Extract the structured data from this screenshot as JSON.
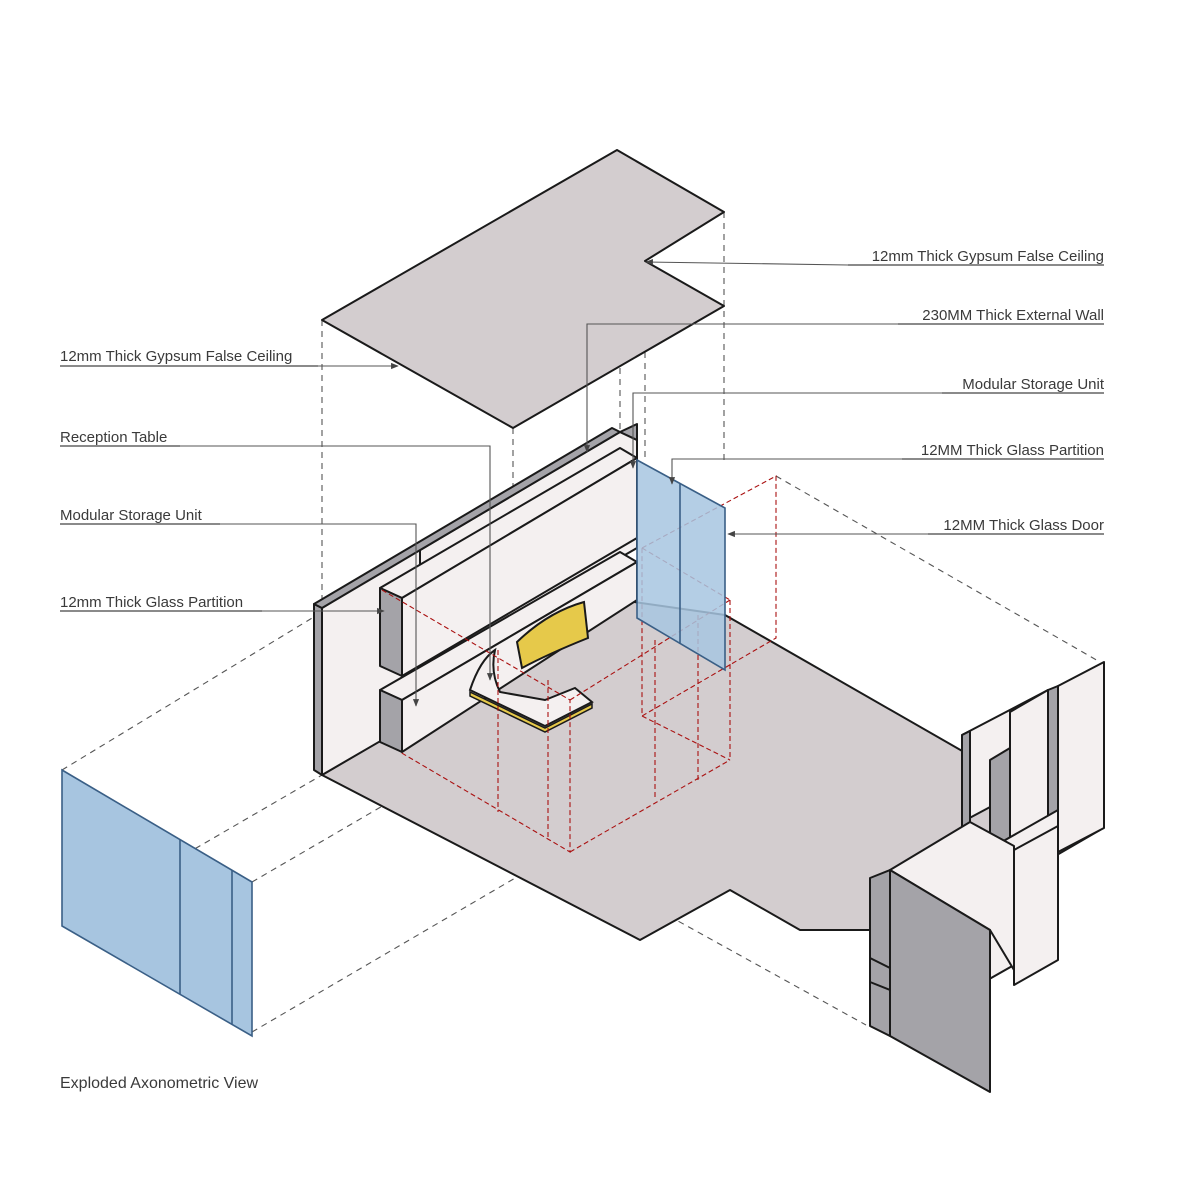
{
  "labels": {
    "left": [
      "12mm Thick Gypsum False Ceiling",
      "Reception Table",
      "Modular Storage Unit",
      "12mm Thick Glass Partition"
    ],
    "right": [
      "12mm Thick Gypsum False Ceiling",
      "230MM Thick External Wall",
      "Modular Storage Unit",
      "12MM Thick Glass Partition",
      "12MM Thick Glass Door"
    ]
  },
  "caption": "Exploded Axonometric View",
  "colors": {
    "slab": "#d3cdcf",
    "wall": "#f4f0f0",
    "wall_edge": "#a4a3a8",
    "glass": "#a7c5e0",
    "table_top": "#e6c94a",
    "hidden_lines": "#a11111"
  }
}
